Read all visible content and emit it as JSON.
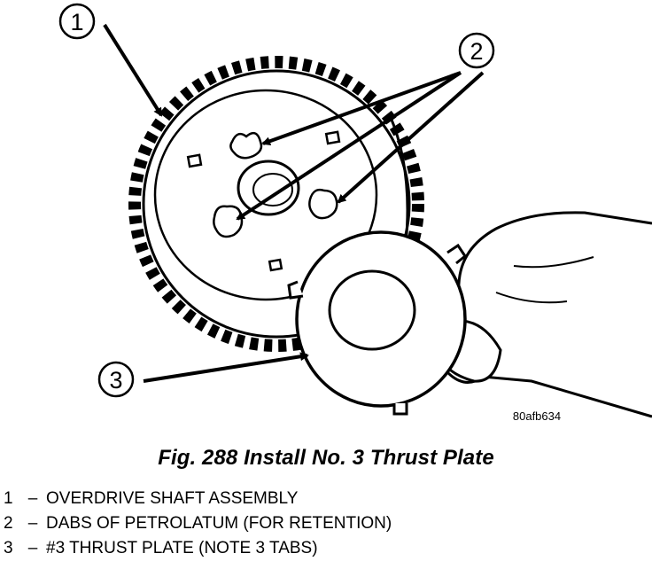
{
  "figure": {
    "callouts": [
      {
        "number": "1"
      },
      {
        "number": "2"
      },
      {
        "number": "3"
      }
    ],
    "reference_code": "80afb634"
  },
  "caption": "Fig. 288 Install No. 3 Thrust Plate",
  "legend": [
    {
      "number": "1",
      "dash": "–",
      "text": "OVERDRIVE SHAFT ASSEMBLY"
    },
    {
      "number": "2",
      "dash": "–",
      "text": "DABS OF PETROLATUM (FOR RETENTION)"
    },
    {
      "number": "3",
      "dash": "–",
      "text": "#3 THRUST PLATE (NOTE 3 TABS)"
    }
  ]
}
